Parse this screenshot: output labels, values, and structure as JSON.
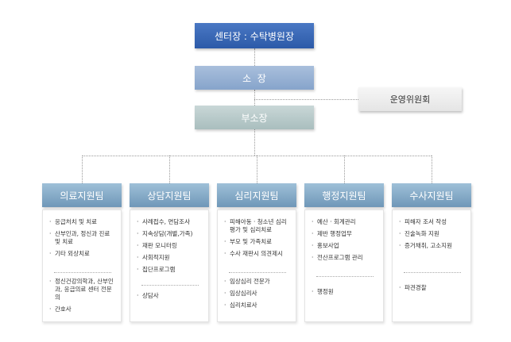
{
  "org": {
    "center_head": "센터장 : 수탁병원장",
    "director": "소  장",
    "deputy_director": "부소장",
    "committee": "운영위원회"
  },
  "teams": [
    {
      "name": "의료지원팀",
      "duties": [
        "응급처치 및 치료",
        "산부인과, 정신과 진료 및 치료",
        "기타 외상치료"
      ],
      "staff": [
        "정신건강의학과, 산부인과, 응급의료 센터 전문의",
        "간호사"
      ]
    },
    {
      "name": "상담지원팀",
      "duties": [
        "사례접수, 면담조사",
        "지속상담(개별,가족)",
        "재판 모니터링",
        "사회적지원",
        "집단프로그램"
      ],
      "staff": [
        "상담사"
      ]
    },
    {
      "name": "심리지원팀",
      "duties": [
        "피해아동 · 청소년 심리평가 및 심리치료",
        "부모 및 가족치료",
        "수사 재판시 의견제시"
      ],
      "staff": [
        "임상심리 전문가",
        "임상심리사",
        "심리치료사"
      ]
    },
    {
      "name": "행정지원팀",
      "duties": [
        "예산 · 회계관리",
        "제반 행정업무",
        "홍보사업",
        "전산프로그램 관리"
      ],
      "staff": [
        "행정원"
      ]
    },
    {
      "name": "수사지원팀",
      "duties": [
        "피해자 조서 작성",
        "진술녹화 지원",
        "증거채취, 고소지원"
      ],
      "staff": [
        "파견경찰"
      ]
    }
  ]
}
